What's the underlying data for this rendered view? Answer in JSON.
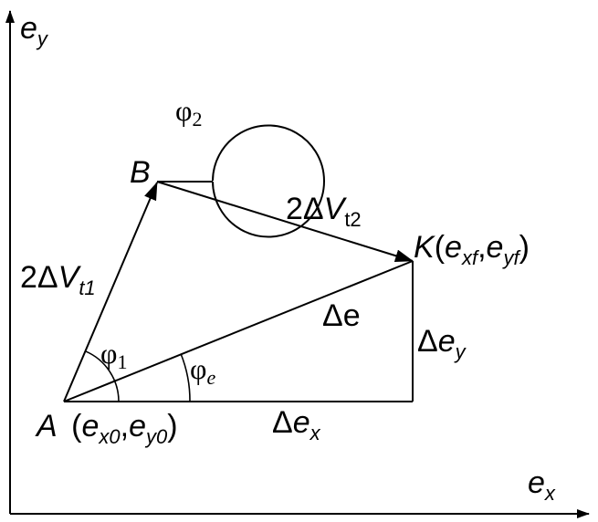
{
  "axes": {
    "y": {
      "symbol": "e",
      "sub": "y"
    },
    "x": {
      "symbol": "e",
      "sub": "x"
    }
  },
  "points": {
    "A": {
      "name": "A",
      "coord_open": "(",
      "coord_e1": "e",
      "coord_s1": "x0",
      "coord_sep": ",",
      "coord_e2": "e",
      "coord_s2": "y0",
      "coord_close": ")"
    },
    "B": {
      "name": "B"
    },
    "K": {
      "name": "K",
      "coord_open": "(",
      "coord_e1": "e",
      "coord_s1": "xf",
      "coord_sep": ",",
      "coord_e2": "e",
      "coord_s2": "yf",
      "coord_close": ")"
    }
  },
  "vectors": {
    "v1": {
      "prefix": "2Δ",
      "symbol": "V",
      "sub": "t1"
    },
    "v2": {
      "prefix": "2Δ",
      "symbol": "V",
      "sub": "t2"
    },
    "de": {
      "label": "Δe"
    },
    "dex": {
      "prefix": "Δ",
      "symbol": "e",
      "sub": "x"
    },
    "dey": {
      "prefix": "Δ",
      "symbol": "e",
      "sub": "y"
    }
  },
  "angles": {
    "phi1": {
      "symbol": "φ",
      "sub": "1"
    },
    "phi2": {
      "symbol": "φ",
      "sub": "2"
    },
    "phie": {
      "symbol": "φ",
      "sub": "e"
    }
  }
}
